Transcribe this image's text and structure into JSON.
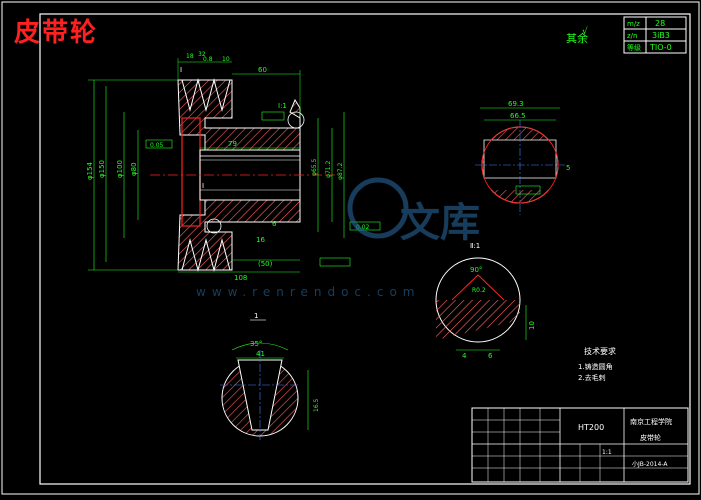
{
  "title": "皮带轮",
  "surface_note": "其余",
  "param_table": [
    {
      "label": "m/z",
      "value": "28"
    },
    {
      "label": "z/n",
      "value": "3iB3"
    },
    {
      "label": "等级",
      "value": "TIO-0"
    }
  ],
  "dims": {
    "d_top_a": "18",
    "d_top_b": "32",
    "d_top_c": "0.8",
    "d_top_d": "10",
    "d_top_e": "60",
    "d_left1": "φ154",
    "d_left2": "φ150",
    "d_left3": "φ100",
    "d_left4": "φ80",
    "len_79": "79",
    "len_108": "108",
    "len_50": "(50)",
    "len_16": "16",
    "len_6": "6",
    "d_right1": "φ87.2",
    "d_right2": "φ71.2",
    "d_right3": "φ65.5",
    "view_label_1": "I",
    "view_label_2": "I",
    "scale_1": "Ⅱ:1",
    "scale_2": "Ⅰ:1",
    "key_w1": "69.3",
    "key_w2": "66.5",
    "key_h": "5",
    "angle_90": "90°",
    "r_label": "R0.2",
    "dim_4": "4",
    "dim_6": "6",
    "dim_10": "10",
    "angle_35": "35°",
    "dim_41": "41",
    "dim_165": "16.5",
    "label_1": "1",
    "tol_a": "0.05",
    "tol_b": "0.02"
  },
  "tech_req": {
    "heading": "技术要求",
    "items": [
      "1.铸造圆角",
      "2.去毛刺"
    ]
  },
  "watermark": {
    "logo_text": "文库",
    "url": "www.renrendoc.com"
  },
  "title_block": {
    "material": "HT200",
    "school": "南京工程学院",
    "part_name": "皮带轮",
    "drawing_no": "小JB-2014-A",
    "scale": "1:1"
  },
  "colors": {
    "background": "#000000",
    "border": "#ffffff",
    "red": "#ff2020",
    "green": "#20ff20",
    "white": "#ffffff",
    "blue": "#4080ff",
    "yellow": "#ffff40",
    "hatch": "#ff6060"
  }
}
